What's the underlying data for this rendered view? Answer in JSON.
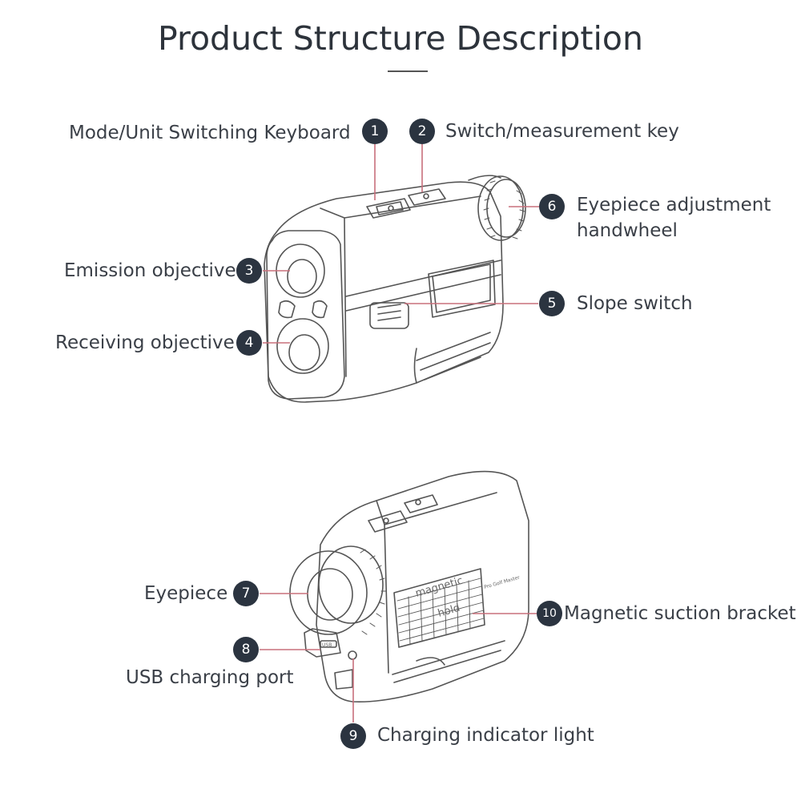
{
  "title": "Product Structure Description",
  "colors": {
    "leader": "#c8707c",
    "badge": "#2b3440",
    "outline": "#555555",
    "text": "#3a3f47"
  },
  "callouts": [
    {
      "num": "1",
      "label": "Mode/Unit Switching Keyboard"
    },
    {
      "num": "2",
      "label": "Switch/measurement key"
    },
    {
      "num": "3",
      "label": "Emission objective"
    },
    {
      "num": "4",
      "label": "Receiving objective"
    },
    {
      "num": "5",
      "label": "Slope switch"
    },
    {
      "num": "6",
      "label": "Eyepiece adjustment\nhandwheel",
      "label_line1": "Eyepiece adjustment",
      "label_line2": "handwheel"
    },
    {
      "num": "7",
      "label": "Eyepiece"
    },
    {
      "num": "8",
      "label": "USB charging port"
    },
    {
      "num": "9",
      "label": "Charging indicator light"
    },
    {
      "num": "10",
      "label": "Magnetic suction bracket"
    }
  ],
  "device_markings": {
    "magnetic": "magnetic",
    "hold": "hold",
    "brand": "Pro Golf Master",
    "usb": "USB"
  }
}
